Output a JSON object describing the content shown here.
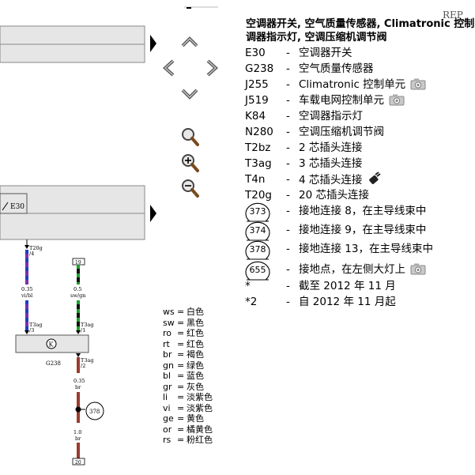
{
  "ref_label": "REP_",
  "title": {
    "line1": "空调器开关, 空气质量传感器, Climatronic 控制",
    "line2": "调器指示灯, 空调压缩机调节阀"
  },
  "legend": [
    {
      "code": "E30",
      "dash": "-",
      "desc": "空调器开关",
      "camera": false
    },
    {
      "code": "G238",
      "dash": "-",
      "desc": "空气质量传感器",
      "camera": false
    },
    {
      "code": "J255",
      "dash": "-",
      "desc": "Climatronic 控制单元",
      "camera": true
    },
    {
      "code": "J519",
      "dash": "-",
      "desc": "车载电网控制单元",
      "camera": true
    },
    {
      "code": "K84",
      "dash": "-",
      "desc": "空调器指示灯",
      "camera": false
    },
    {
      "code": "N280",
      "dash": "-",
      "desc": "空调压缩机调节阀",
      "camera": false
    },
    {
      "code": "T2bz",
      "dash": "-",
      "desc": "2 芯插头连接",
      "camera": false
    },
    {
      "code": "T3ag",
      "dash": "-",
      "desc": "3 芯插头连接",
      "camera": false
    },
    {
      "code": "T4n",
      "dash": "-",
      "desc": "4 芯插头连接",
      "camera": false,
      "plug": true
    },
    {
      "code": "T20g",
      "dash": "-",
      "desc": "20 芯插头连接",
      "camera": false
    }
  ],
  "grounds": [
    {
      "code": "373",
      "dash": "-",
      "desc": "接地连接 8，在主导线束中",
      "camera": false
    },
    {
      "code": "374",
      "dash": "-",
      "desc": "接地连接 9，在主导线束中",
      "camera": false
    },
    {
      "code": "378",
      "dash": "-",
      "desc": "接地连接 13，在主导线束中",
      "camera": false
    },
    {
      "code": "655",
      "dash": "-",
      "desc": "接地点，在左侧大灯上",
      "camera": true
    }
  ],
  "notes": [
    {
      "code": "*",
      "dash": "-",
      "desc": "截至 2012 年 11 月"
    },
    {
      "code": "*2",
      "dash": "-",
      "desc": "自 2012 年 11 月起"
    }
  ],
  "color_codes": [
    {
      "code": "ws",
      "eq": "=",
      "name": "白色"
    },
    {
      "code": "sw",
      "eq": "=",
      "name": "黑色"
    },
    {
      "code": "ro",
      "eq": "=",
      "name": "红色"
    },
    {
      "code": "rt",
      "eq": "=",
      "name": "红色"
    },
    {
      "code": "br",
      "eq": "=",
      "name": "褐色"
    },
    {
      "code": "gn",
      "eq": "=",
      "name": "绿色"
    },
    {
      "code": "bl",
      "eq": "=",
      "name": "蓝色"
    },
    {
      "code": "gr",
      "eq": "=",
      "name": "灰色"
    },
    {
      "code": "li",
      "eq": "=",
      "name": "淡紫色"
    },
    {
      "code": "vi",
      "eq": "=",
      "name": "淡紫色"
    },
    {
      "code": "ge",
      "eq": "=",
      "name": "黄色"
    },
    {
      "code": "or",
      "eq": "=",
      "name": "橘黄色"
    },
    {
      "code": "rs",
      "eq": "=",
      "name": "粉红色"
    }
  ],
  "diagram": {
    "e30_label": "E30",
    "g238_label": "G238",
    "k_label": "K",
    "wire1": {
      "top_conn": "T20g",
      "top_pin": "/4",
      "size": "0.35",
      "color": "vi/bl",
      "bot_conn": "T3ag",
      "bot_pin": "/3"
    },
    "wire2": {
      "top_box": "19",
      "size": "0.5",
      "color": "sw/gn",
      "bot_conn": "T3ag",
      "bot_pin": "/1"
    },
    "wire3": {
      "top_conn": "T3ag",
      "top_pin": "/2",
      "size": "0.35",
      "color": "br",
      "ground": "378",
      "size2": "1.0",
      "color2": "br",
      "end_box": "20"
    },
    "colors": {
      "violet": "#7b2fa8",
      "blue": "#1f3fbf",
      "black": "#111111",
      "green": "#1e9e2f",
      "brown": "#9a3b2f",
      "panel": "#e6e6e6"
    }
  }
}
